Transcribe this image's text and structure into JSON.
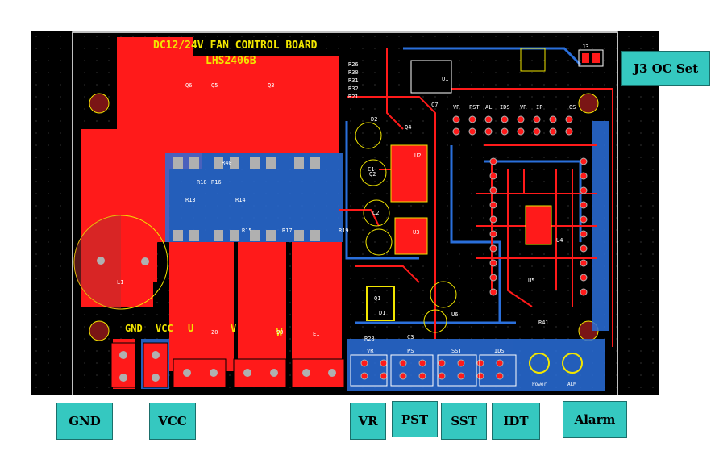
{
  "board": {
    "title": "DC12/24V FAN CONTROL BOARD",
    "model": "LHS2406B",
    "colors": {
      "background": "#000000",
      "copper_top": "#ff1a1a",
      "copper_bottom": "#2a6fdb",
      "silk": "#f2e600",
      "outline": "#ffffff",
      "pad": "#b0b0b0"
    }
  },
  "terminal_labels": [
    "GND",
    "VCC",
    "U",
    "V",
    "W"
  ],
  "header_labels_top": [
    "VR",
    "PST",
    "AL",
    "IDS",
    "VR",
    "IP",
    "OS"
  ],
  "header_labels_bottom": [
    "VR",
    "PS",
    "SST",
    "IDS"
  ],
  "led_labels": [
    "Power",
    "ALM"
  ],
  "component_labels": [
    "Q3",
    "Q5",
    "Q6",
    "Q1",
    "Q2",
    "Q4",
    "U1",
    "U2",
    "U3",
    "U4",
    "U5",
    "U6",
    "J3",
    "C7",
    "R26",
    "R28",
    "R30",
    "R31",
    "R32",
    "R21",
    "R14",
    "R16",
    "R18",
    "R40",
    "R41",
    "R13",
    "R15",
    "R17",
    "R19",
    "D1",
    "D2",
    "C1",
    "C2",
    "C3",
    "L1",
    "E1",
    "Z0",
    "90",
    "W0"
  ],
  "callouts": {
    "j3": "J3 OC Set",
    "gnd": "GND",
    "vcc": "VCC",
    "vr": "VR",
    "pst": "PST",
    "sst": "SST",
    "idt": "IDT",
    "alarm": "Alarm"
  }
}
